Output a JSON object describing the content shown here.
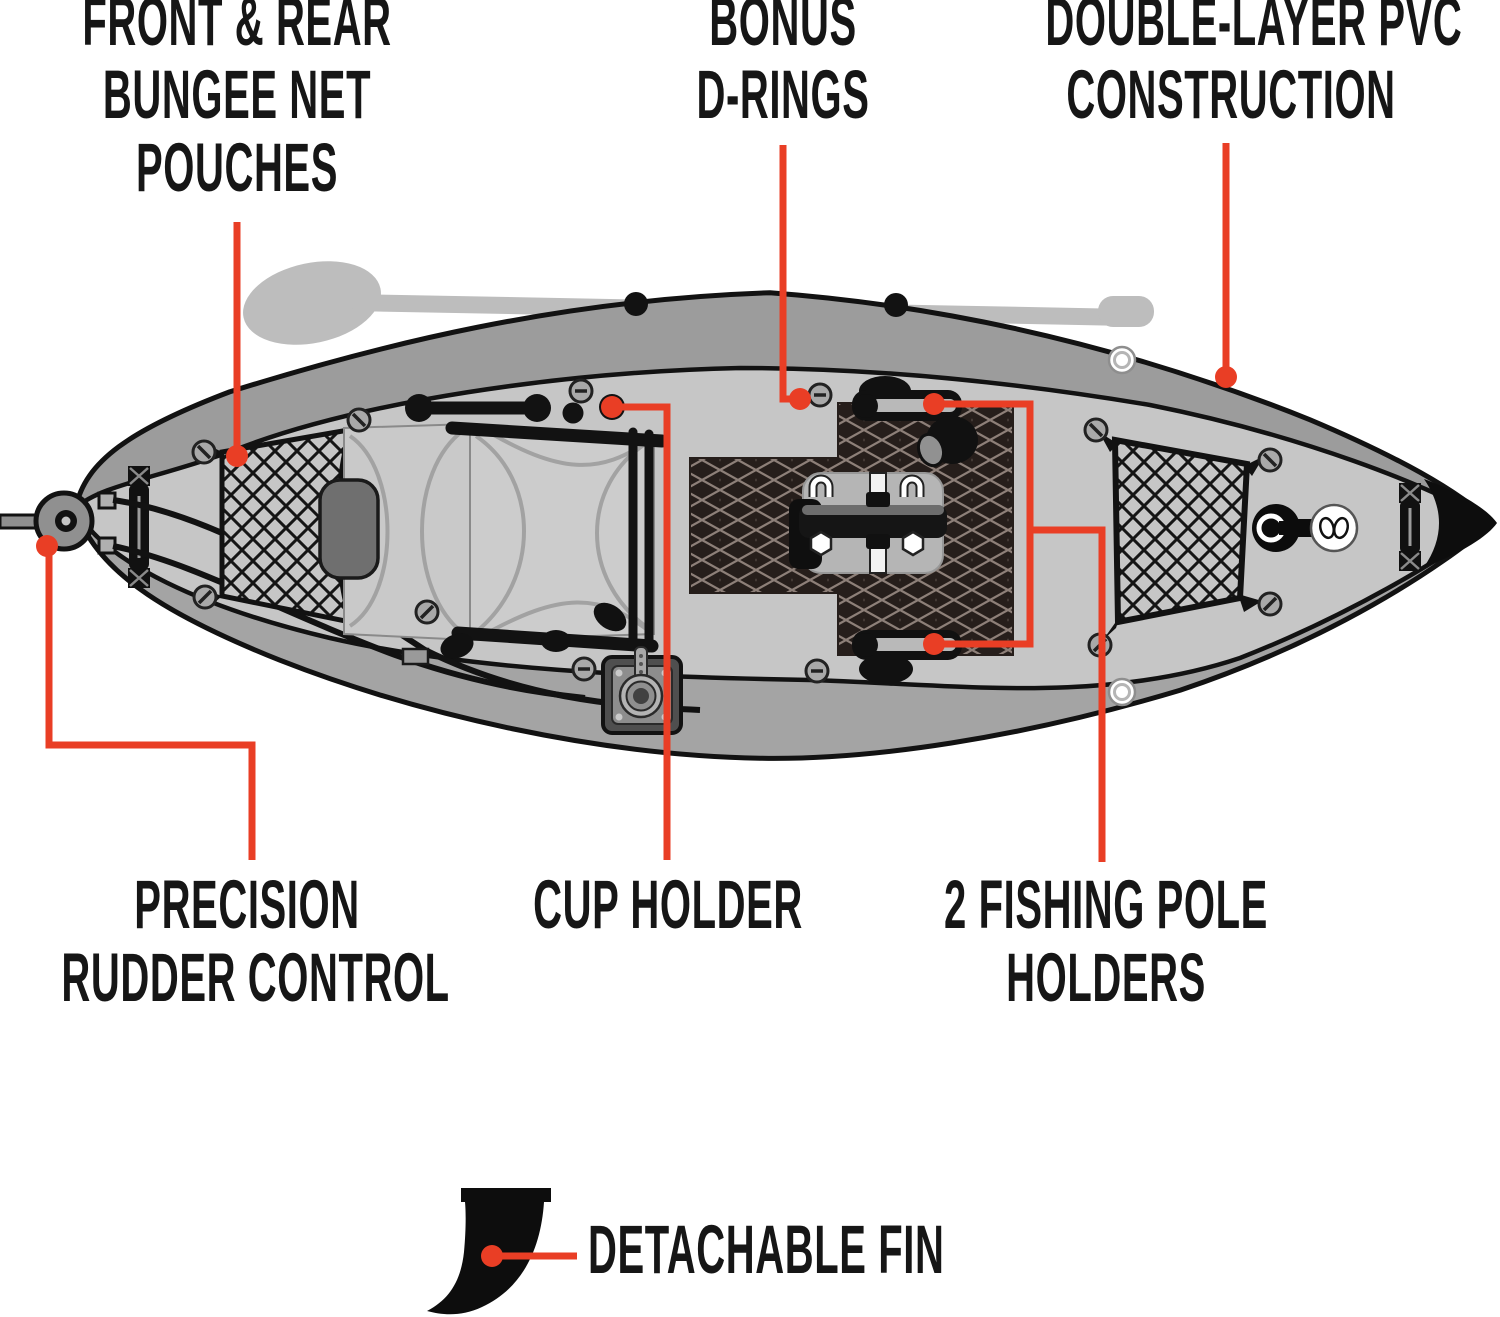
{
  "figure": {
    "kind": "product-feature-diagram",
    "subject": "Inflatable fishing kayak, top view, with paddle behind hull and detachable fin icon below",
    "background": "#FFFFFF"
  },
  "colors": {
    "accent_red": "#E93E25",
    "ink": "#161616",
    "outline_black": "#121212",
    "deck_gray": "#C6C6C6",
    "tube_top_gray": "#9C9C9C",
    "tube_bottom_gray": "#A4A4A4",
    "mesh_brown_black": "#261E1B",
    "mesh_line": "#8D7F78",
    "seat_gray": "#C9C9C9",
    "headrest_gray": "#6F6F6F",
    "paddle_gray": "#BDBDBD"
  },
  "icons": {
    "fin_icon": "detachable-fin silhouette",
    "kayak_icon": "top-view inflatable fishing kayak illustration"
  },
  "callouts": {
    "bungee": {
      "lines": [
        "FRONT & REAR",
        "BUNGEE NET",
        "POUCHES"
      ]
    },
    "drings": {
      "lines": [
        "BONUS",
        "D-RINGS"
      ]
    },
    "pvc": {
      "lines": [
        "DOUBLE-LAYER PVC",
        "CONSTRUCTION"
      ]
    },
    "rudder": {
      "lines": [
        "PRECISION",
        "RUDDER CONTROL"
      ]
    },
    "cup": {
      "lines": [
        "CUP HOLDER"
      ]
    },
    "poles": {
      "lines": [
        "2 FISHING POLE",
        "HOLDERS"
      ]
    },
    "fin": {
      "lines": [
        "DETACHABLE FIN"
      ]
    }
  }
}
